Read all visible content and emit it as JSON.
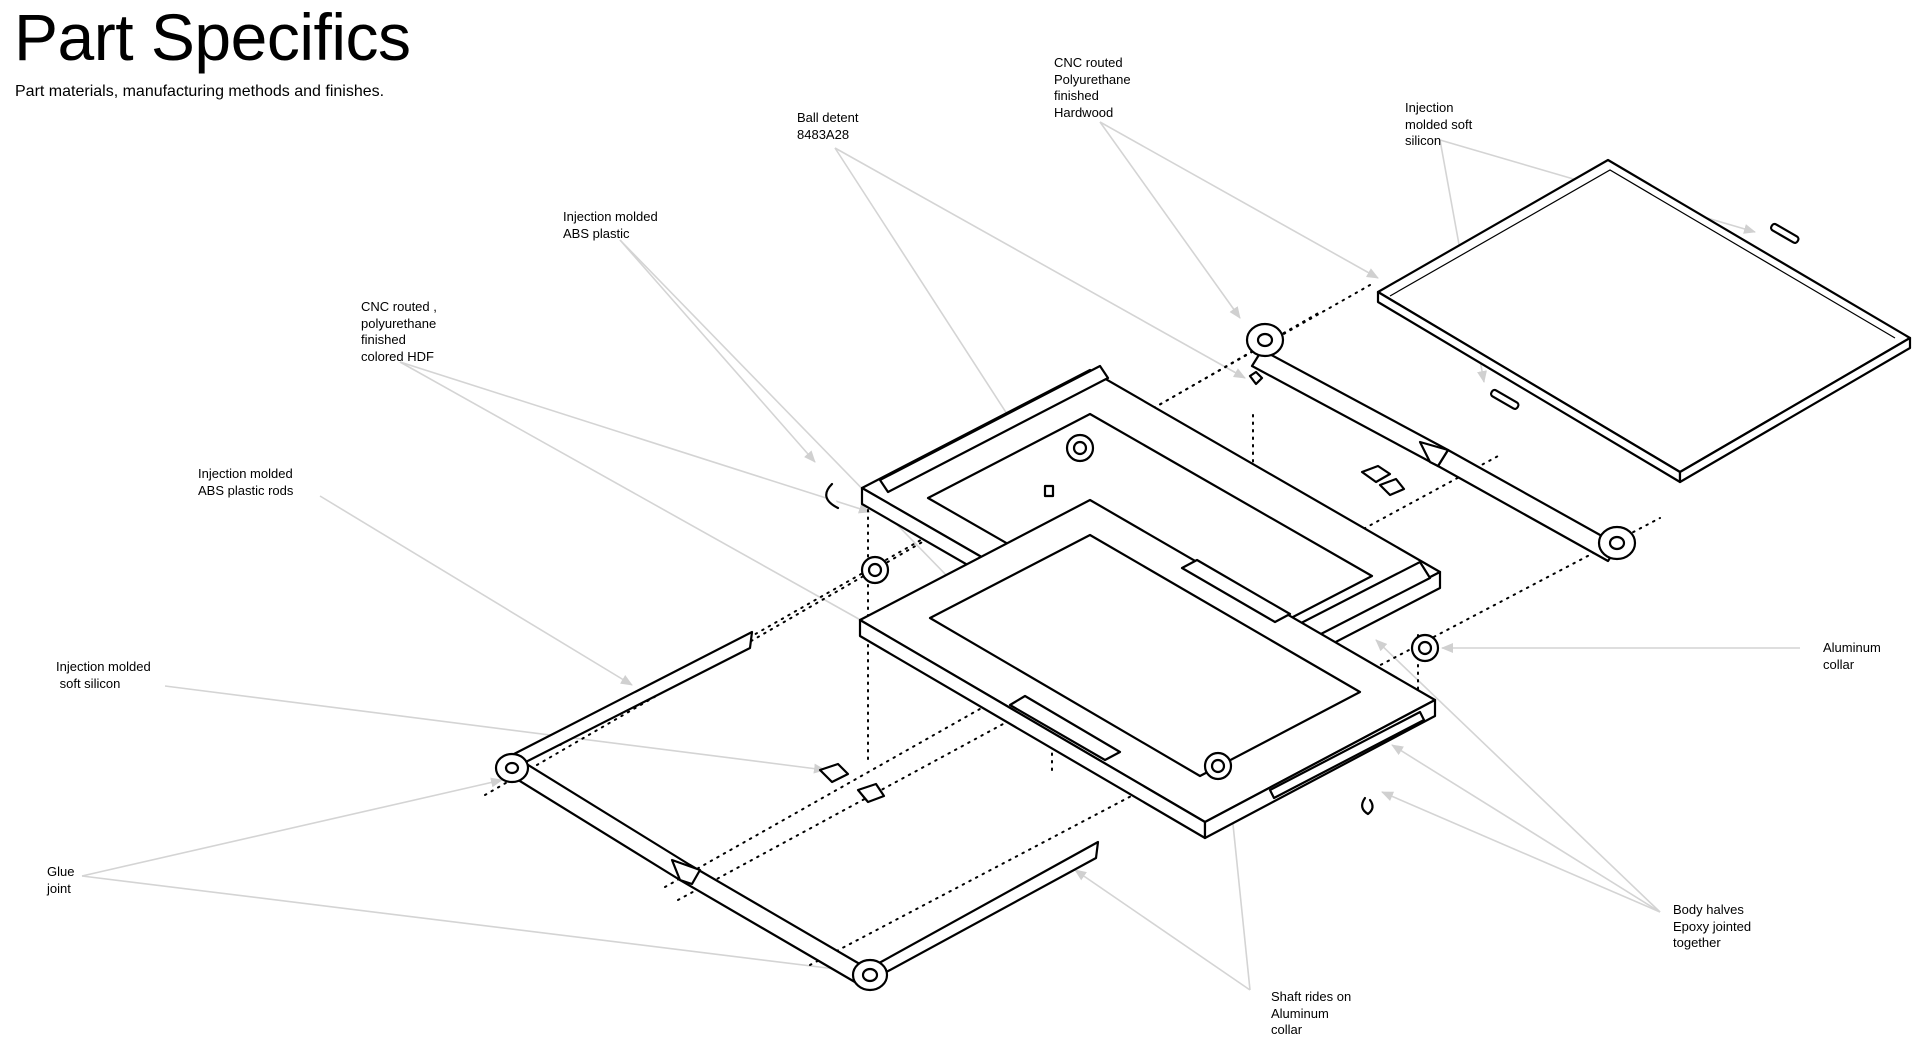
{
  "header": {
    "title": "Part Specifics",
    "subtitle": "Part materials, manufacturing methods and finishes."
  },
  "callouts": {
    "ball_detent": "Ball detent\n8483A28",
    "hardwood": "CNC routed\nPolyurethane\nfinished\nHardwood",
    "silicon_top": "Injection\nmolded soft\nsilicon",
    "abs_plastic": "Injection molded\nABS plastic",
    "colored_hdf": "CNC routed ,\npolyurethane\nfinished\ncolored HDF",
    "abs_rods": "Injection molded\nABS plastic rods",
    "silicon_left": "Injection molded\n soft silicon",
    "glue_joint": "Glue\njoint",
    "aluminum_collar": "Aluminum\ncollar",
    "body_halves": "Body halves\nEpoxy jointed\ntogether",
    "shaft": "Shaft rides on\nAluminum\ncollar"
  }
}
